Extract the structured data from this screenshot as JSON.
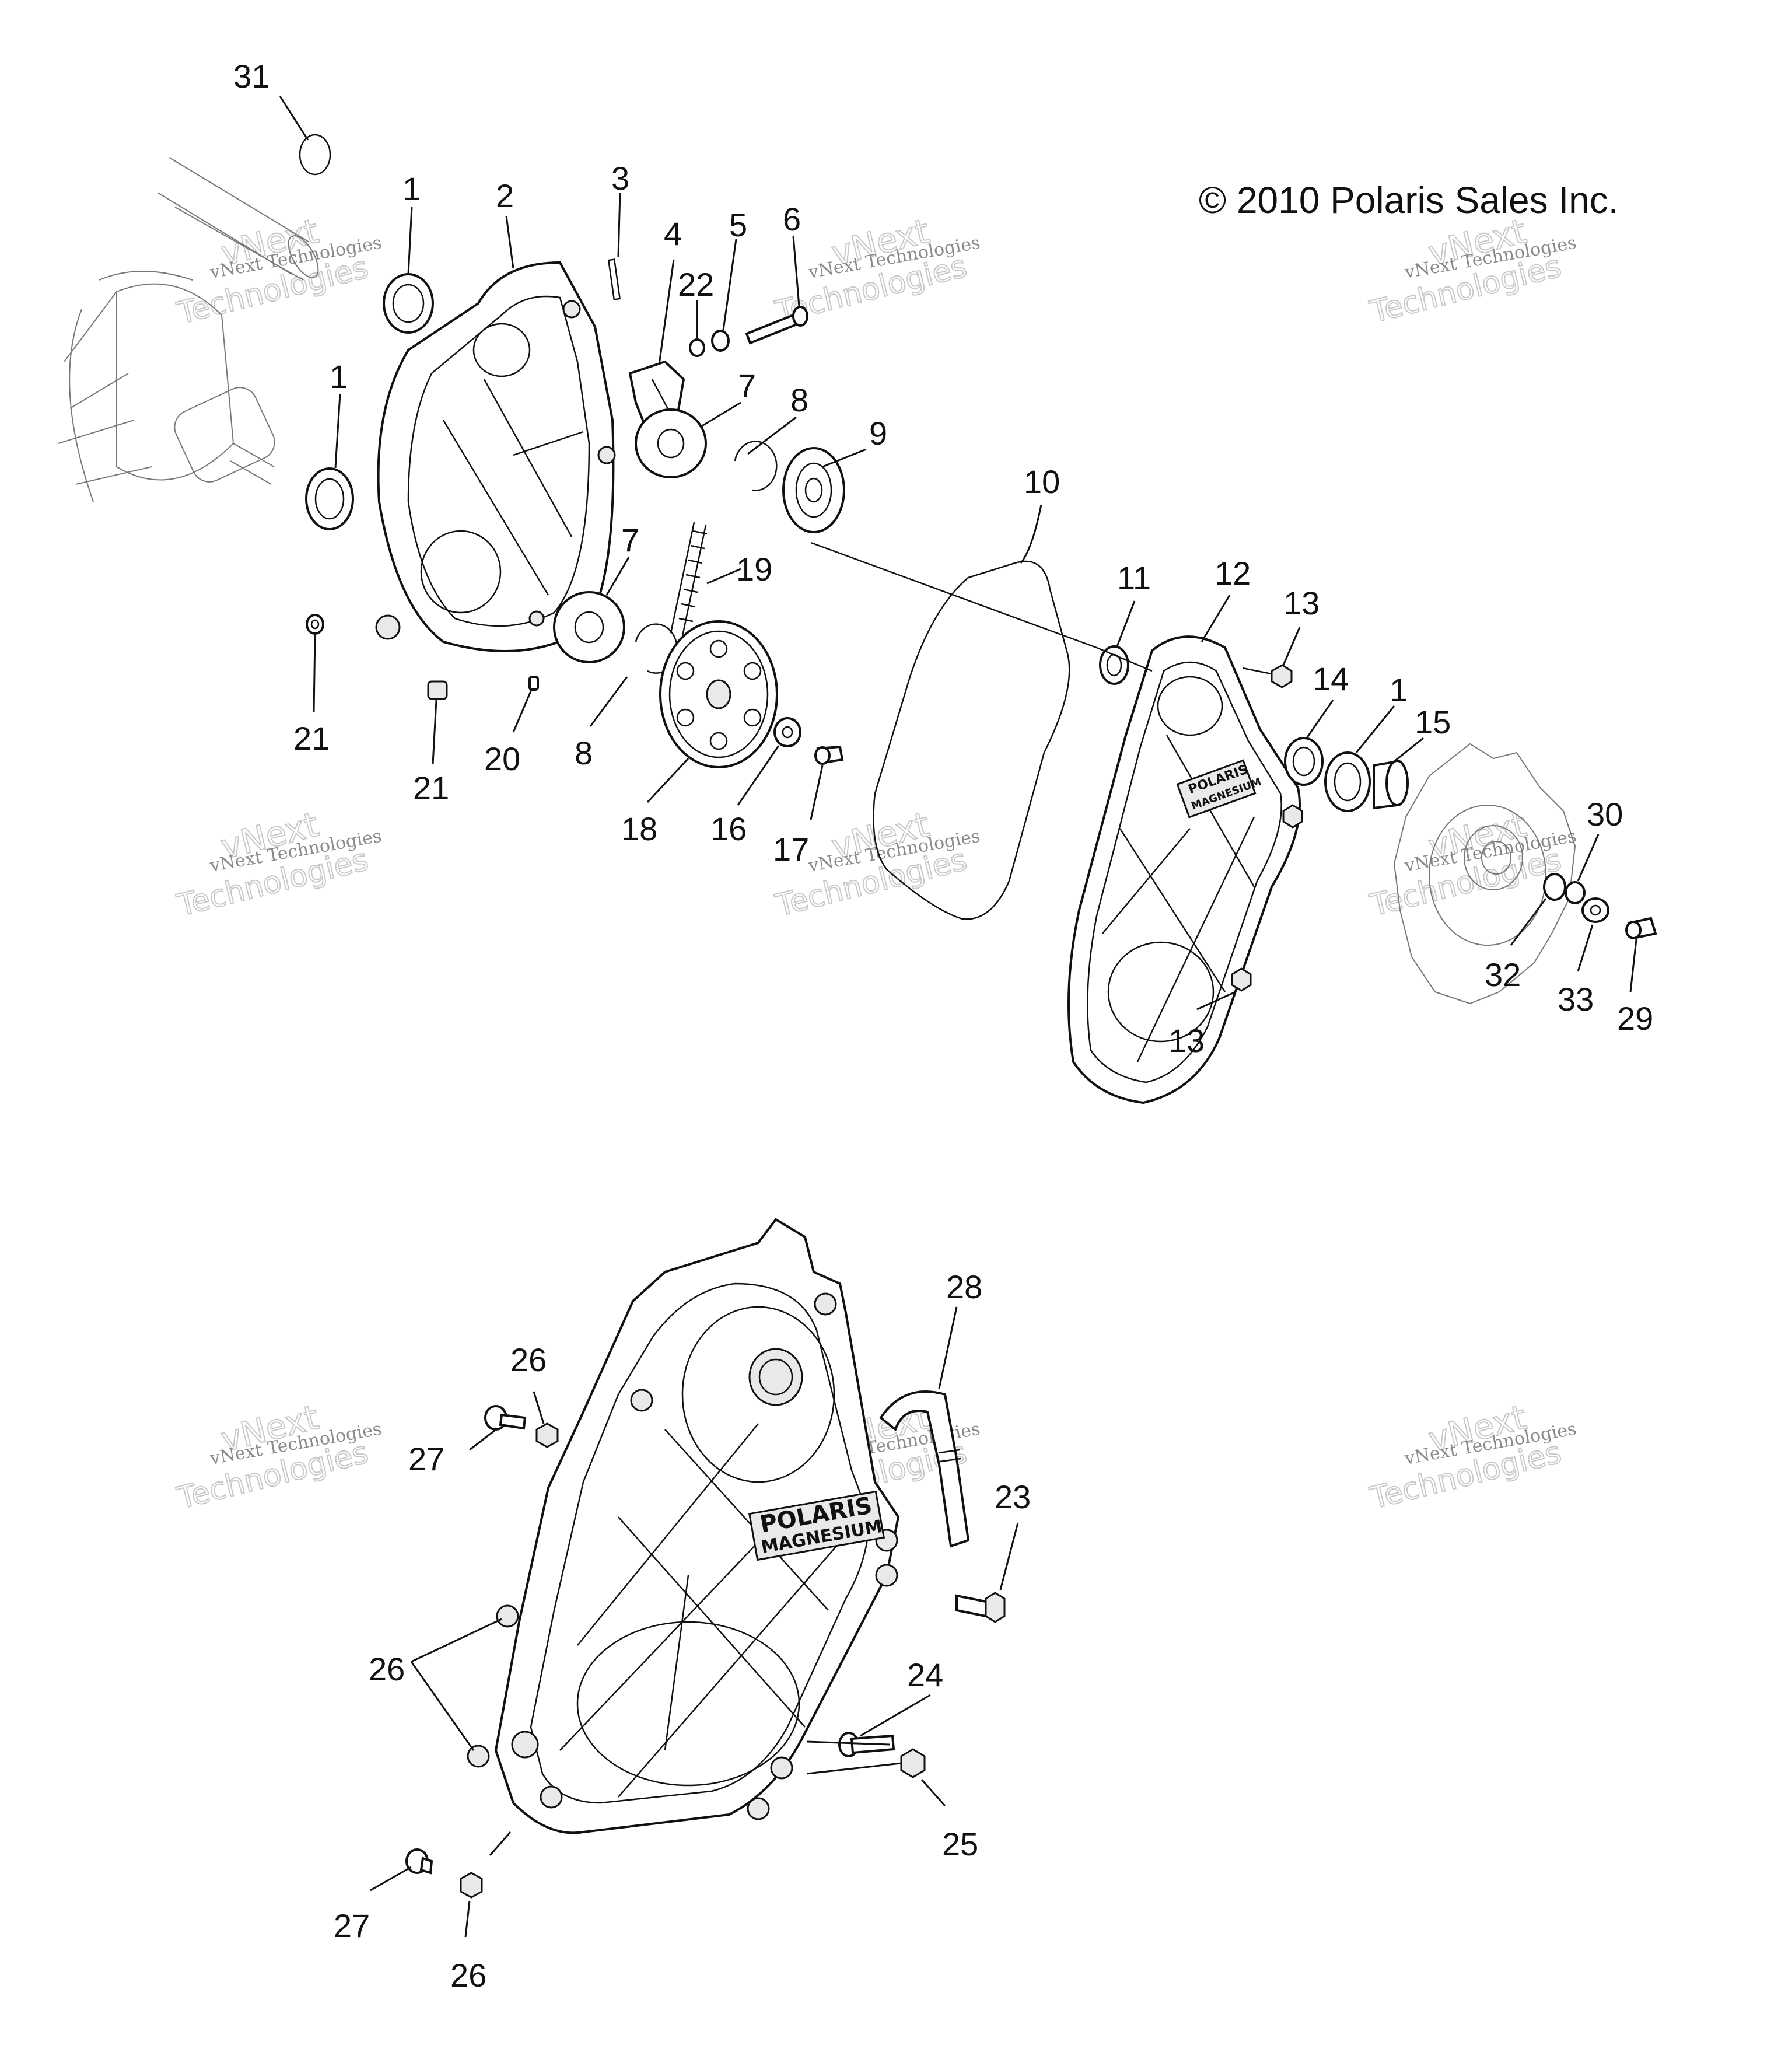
{
  "copyright": "© 2010 Polaris Sales Inc.",
  "watermark": {
    "line1": "vNext Technologies",
    "line2": "vNext",
    "line3": "Technologies"
  },
  "casting_text": {
    "line1": "POLARIS",
    "line2": "MAGNESIUM"
  },
  "callouts": {
    "c31": "31",
    "c1a": "1",
    "c2": "2",
    "c3": "3",
    "c4": "4",
    "c22": "22",
    "c5": "5",
    "c6": "6",
    "c1b": "1",
    "c7a": "7",
    "c8a": "8",
    "c9": "9",
    "c10": "10",
    "c7b": "7",
    "c19": "19",
    "c11": "11",
    "c12": "12",
    "c13a": "13",
    "c14": "14",
    "c1c": "1",
    "c15": "15",
    "c30": "30",
    "c21a": "21",
    "c21b": "21",
    "c20": "20",
    "c8b": "8",
    "c18": "18",
    "c16": "16",
    "c17": "17",
    "c32": "32",
    "c33": "33",
    "c29": "29",
    "c13b": "13",
    "c28": "28",
    "c26a": "26",
    "c27a": "27",
    "c23": "23",
    "c26b": "26",
    "c24": "24",
    "c25": "25",
    "c27b": "27",
    "c26c": "26"
  }
}
